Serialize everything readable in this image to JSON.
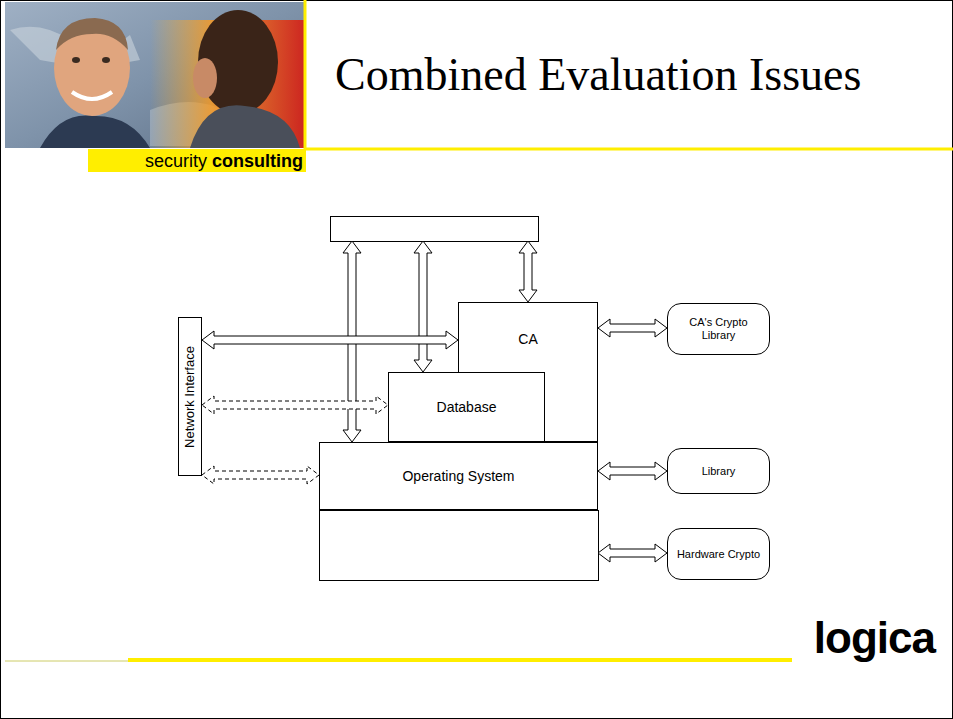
{
  "diagram": {
    "title": "Combined Evaluation Issues",
    "nodes": [
      {
        "text": [
          "Network Interface"
        ]
      },
      {
        "text": [
          "CA"
        ]
      },
      {
        "text": [
          "CA's Crypto Library"
        ]
      },
      {
        "text": [
          "Database"
        ]
      },
      {
        "text": [
          "Operating System"
        ]
      },
      {
        "text": [
          "Library"
        ]
      },
      {
        "text": [
          "Hardware Crypto"
        ]
      }
    ],
    "edges": [
      {
        "from": 0,
        "to": 1,
        "arrow": "both"
      },
      {
        "from": 0,
        "to": 3,
        "arrow": "both"
      },
      {
        "from": 0,
        "to": 4,
        "arrow": "both"
      },
      {
        "from": 1,
        "to": 2,
        "arrow": "both"
      },
      {
        "from": 4,
        "to": 5,
        "arrow": "both"
      }
    ],
    "labels": [
      "security",
      "consulting",
      "logica"
    ]
  }
}
